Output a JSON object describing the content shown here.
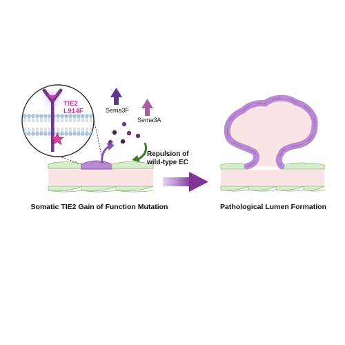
{
  "labels": {
    "tie2": "TIE2",
    "mutation": "L914F",
    "sema3f": "Sema3F",
    "sema3a": "Sema3A",
    "repulsion_line1": "Repulsion of",
    "repulsion_line2": "wild-type EC",
    "left_caption": "Somatic TIE2 Gain of Function Mutation",
    "right_caption": "Pathological Lumen Formation"
  },
  "colors": {
    "mutant_purple": "#a26fc0",
    "mutant_light": "#c9a6dc",
    "wild_type_green": "#cfe7c2",
    "wild_type_stroke": "#86b876",
    "lumen_pink": "#fbe4e6",
    "tie2_magenta": "#d83aa6",
    "sema3f_arrow": "#5b3a8e",
    "sema3a_arrow": "#a8609f",
    "repulsion_arrow": "#3f7a2c",
    "big_arrow": "#8a3fa0"
  },
  "icons": {
    "receptor": "tie2-receptor-icon",
    "mutation_star": "mutation-star-icon",
    "membrane": "lipid-bilayer-icon"
  }
}
